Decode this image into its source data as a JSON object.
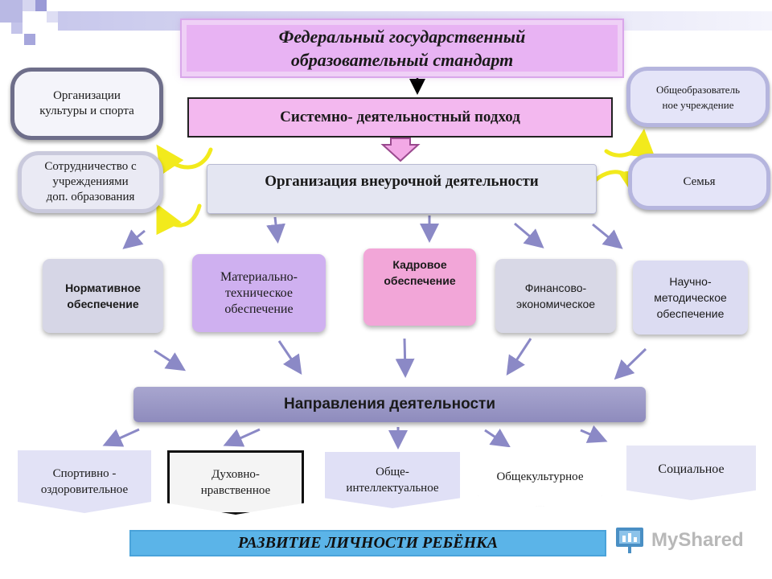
{
  "header": {
    "standard_line1": "Федеральный государственный",
    "standard_line2": "образовательный стандарт",
    "approach": "Системно- деятельностный подход",
    "organization": "Организация внеурочной деятельности"
  },
  "left_partners": {
    "culture_line1": "Организации",
    "culture_line2": "культуры и спорта",
    "coop_line1": "Сотрудничество с",
    "coop_line2": "учреждениями",
    "coop_line3": "доп. образования"
  },
  "right_partners": {
    "school_line1": "Общеобразователь",
    "school_line2": "ное учреждение",
    "family": "Семья"
  },
  "support": {
    "normative_line1": "Нормативное",
    "normative_line2": "обеспечение",
    "material_line1": "Материально-",
    "material_line2": "техническое",
    "material_line3": "обеспечение",
    "staff_line1": "Кадровое",
    "staff_line2": "обеспечение",
    "finance_line1": "Финансово-",
    "finance_line2": "экономическое",
    "science_line1": "Научно-",
    "science_line2": "методическое",
    "science_line3": "обеспечение"
  },
  "directions_title": "Направления деятельности",
  "directions": {
    "sport_line1": "Спортивно -",
    "sport_line2": "оздоровительное",
    "spiritual_line1": "Духовно-",
    "spiritual_line2": "нравственное",
    "intellect_line1": "Обще-",
    "intellect_line2": "интеллектуальное",
    "cultural": "Общекультурное",
    "social": "Социальное"
  },
  "footer": "РАЗВИТИЕ ЛИЧНОСТИ РЕБЁНКА",
  "logo": "MyShared",
  "colors": {
    "standard_fill": "#e8b3f3",
    "approach_fill": "#f3b8ef",
    "curved_arrows": "#f2ea1c",
    "footer_fill": "#5bb4e8"
  }
}
